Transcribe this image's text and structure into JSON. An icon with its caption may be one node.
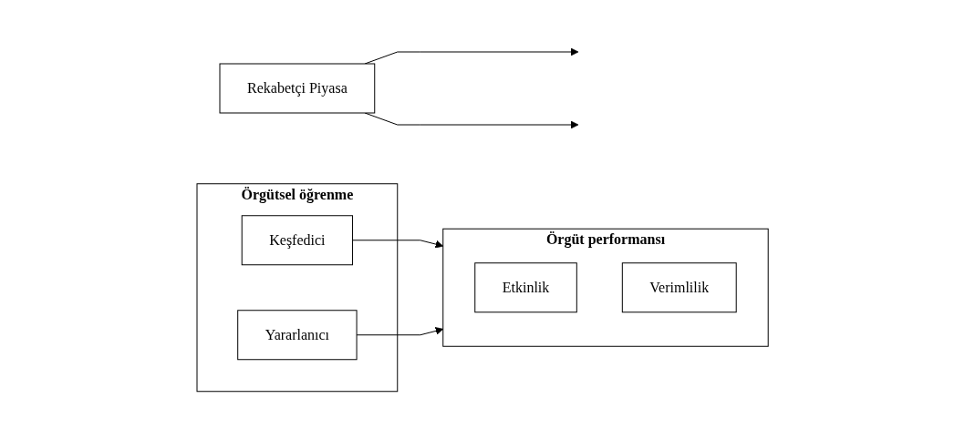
{
  "diagram": {
    "nodes": [
      {
        "text": [
          "Rekabetçi Piyasa"
        ]
      },
      {
        "text": [
          "Örgütsel öğrenme"
        ]
      },
      {
        "text": [
          "Keşfedici"
        ],
        "in": 1
      },
      {
        "text": [
          "Yararlanıcı"
        ],
        "in": 1
      },
      {
        "text": [
          "Örgüt performansı"
        ]
      },
      {
        "text": [
          "Etkinlik"
        ],
        "in": 4
      },
      {
        "text": [
          "Verimlilik"
        ],
        "in": 4
      }
    ],
    "edges": [
      {
        "from": 2,
        "to": 4,
        "arrow": "to"
      },
      {
        "from": 3,
        "to": 4,
        "arrow": "to"
      },
      {
        "from": 0,
        "to": null,
        "arrow": "to"
      },
      {
        "from": 0,
        "to": null,
        "arrow": "to"
      }
    ]
  }
}
